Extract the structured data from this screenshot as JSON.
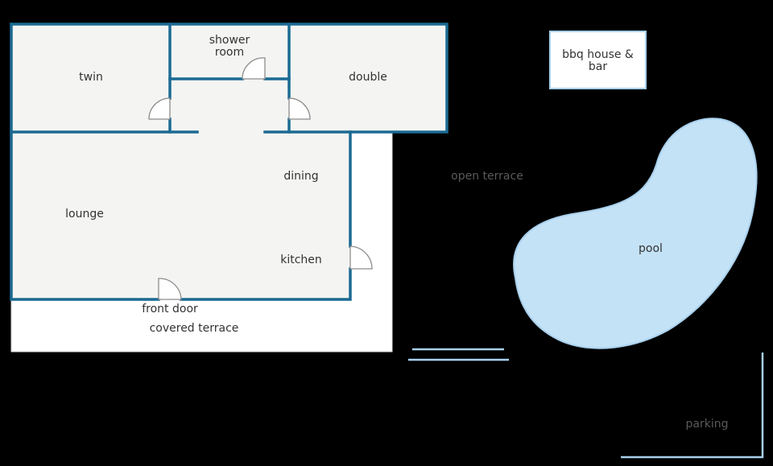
{
  "rooms": {
    "twin": "twin",
    "shower_line1": "shower",
    "shower_line2": "room",
    "double": "double",
    "dining": "dining",
    "lounge": "lounge",
    "kitchen": "kitchen",
    "front_door": "front door",
    "covered_terrace": "covered terrace"
  },
  "outdoor": {
    "bbq_line1": "bbq house &",
    "bbq_line2": "bar",
    "open_terrace": "open terrace",
    "pool": "pool",
    "parking": "parking"
  },
  "colors": {
    "wall": "#1b6a93",
    "room_fill": "#f4f4f2",
    "terrace_fill": "#ffffff",
    "pool_fill": "#c4e2f6",
    "pool_stroke": "#a9d1ee",
    "door": "#8c8c8c",
    "background": "#000000"
  }
}
